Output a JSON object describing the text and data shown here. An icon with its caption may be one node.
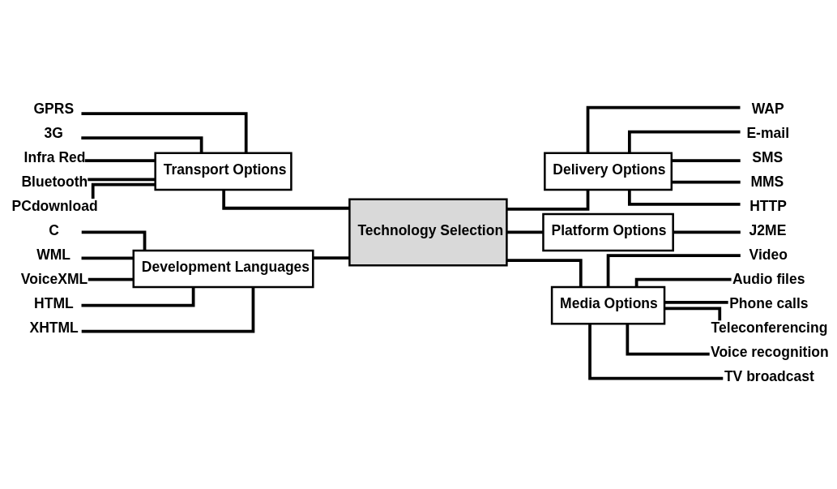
{
  "diagram": {
    "nodes": [
      {
        "text": [
          "Technology Selection"
        ]
      },
      {
        "text": [
          "Transport Options"
        ]
      },
      {
        "text": [
          "GPRS"
        ]
      },
      {
        "text": [
          "3G"
        ]
      },
      {
        "text": [
          "Infra Red"
        ]
      },
      {
        "text": [
          "Bluetooth"
        ]
      },
      {
        "text": [
          "PCdownload"
        ]
      },
      {
        "text": [
          "Delivery Options"
        ]
      },
      {
        "text": [
          "WAP"
        ]
      },
      {
        "text": [
          "E-mail"
        ]
      },
      {
        "text": [
          "SMS"
        ]
      },
      {
        "text": [
          "MMS"
        ]
      },
      {
        "text": [
          "HTTP"
        ]
      },
      {
        "text": [
          "Platform Options"
        ]
      },
      {
        "text": [
          "J2ME"
        ]
      },
      {
        "text": [
          "Development Languages"
        ]
      },
      {
        "text": [
          "C"
        ]
      },
      {
        "text": [
          "WML"
        ]
      },
      {
        "text": [
          "VoiceXML"
        ]
      },
      {
        "text": [
          "HTML"
        ]
      },
      {
        "text": [
          "XHTML"
        ]
      },
      {
        "text": [
          "Media Options"
        ]
      },
      {
        "text": [
          "Video"
        ]
      },
      {
        "text": [
          "Audio files"
        ]
      },
      {
        "text": [
          "Phone calls"
        ]
      },
      {
        "text": [
          "Teleconferencing"
        ]
      },
      {
        "text": [
          "Voice recognition"
        ]
      },
      {
        "text": [
          "TV broadcast"
        ]
      }
    ],
    "edges": [
      {
        "from": 2,
        "to": 1,
        "arrow": "none"
      },
      {
        "from": 3,
        "to": 1,
        "arrow": "none"
      },
      {
        "from": 4,
        "to": 1,
        "arrow": "none"
      },
      {
        "from": 5,
        "to": 1,
        "arrow": "none"
      },
      {
        "from": 6,
        "to": 1,
        "arrow": "none"
      },
      {
        "from": 1,
        "to": 0,
        "arrow": "none"
      },
      {
        "from": 0,
        "to": 7,
        "arrow": "none"
      },
      {
        "from": 7,
        "to": 8,
        "arrow": "none"
      },
      {
        "from": 7,
        "to": 9,
        "arrow": "none"
      },
      {
        "from": 7,
        "to": 10,
        "arrow": "none"
      },
      {
        "from": 7,
        "to": 11,
        "arrow": "none"
      },
      {
        "from": 7,
        "to": 12,
        "arrow": "none"
      },
      {
        "from": 0,
        "to": 13,
        "arrow": "none"
      },
      {
        "from": 13,
        "to": 14,
        "arrow": "none"
      },
      {
        "from": 16,
        "to": 15,
        "arrow": "none"
      },
      {
        "from": 17,
        "to": 15,
        "arrow": "none"
      },
      {
        "from": 18,
        "to": 15,
        "arrow": "none"
      },
      {
        "from": 19,
        "to": 15,
        "arrow": "none"
      },
      {
        "from": 20,
        "to": 15,
        "arrow": "none"
      },
      {
        "from": 15,
        "to": 0,
        "arrow": "none"
      },
      {
        "from": 0,
        "to": 21,
        "arrow": "none"
      },
      {
        "from": 21,
        "to": 22,
        "arrow": "none"
      },
      {
        "from": 21,
        "to": 23,
        "arrow": "none"
      },
      {
        "from": 21,
        "to": 24,
        "arrow": "none"
      },
      {
        "from": 21,
        "to": 25,
        "arrow": "none"
      },
      {
        "from": 21,
        "to": 26,
        "arrow": "none"
      },
      {
        "from": 21,
        "to": 27,
        "arrow": "none"
      }
    ]
  }
}
